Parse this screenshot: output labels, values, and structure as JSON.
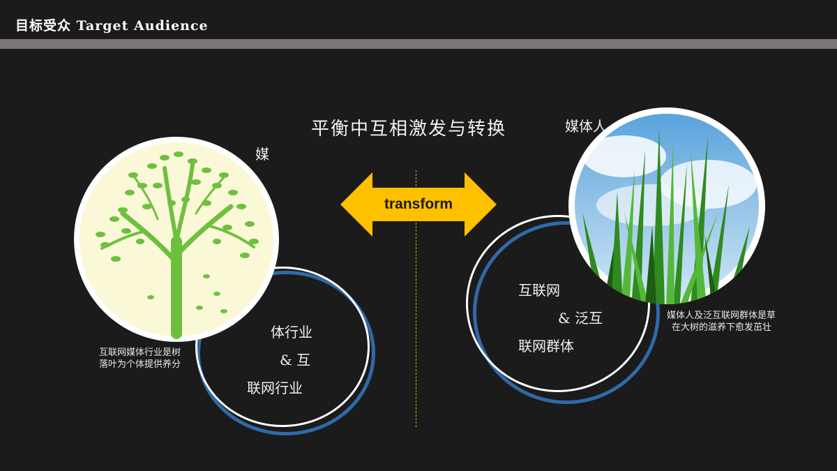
{
  "header": {
    "title": "目标受众 Target Audience"
  },
  "center": {
    "title": "平衡中互相激发与转换",
    "arrow_label": "transform"
  },
  "left": {
    "side_label": "媒",
    "ring_lines": [
      "体行业",
      "& 互",
      "联网行业"
    ],
    "caption_lines": [
      "互联网媒体行业是树",
      "落叶为个体提供养分"
    ],
    "image": "tree-illustration"
  },
  "right": {
    "side_label": "媒体人",
    "ring_lines": [
      "互联网",
      "& 泛互",
      "联网群体"
    ],
    "caption_lines": [
      "媒体人及泛互联网群体是草",
      "在大树的滋养下愈发茁壮"
    ],
    "image": "grass-photo"
  },
  "colors": {
    "accent": "#ffc000",
    "ring_blue": "#2f6aa8",
    "header_bar": "#7a7577",
    "background": "#1b1b1b"
  }
}
